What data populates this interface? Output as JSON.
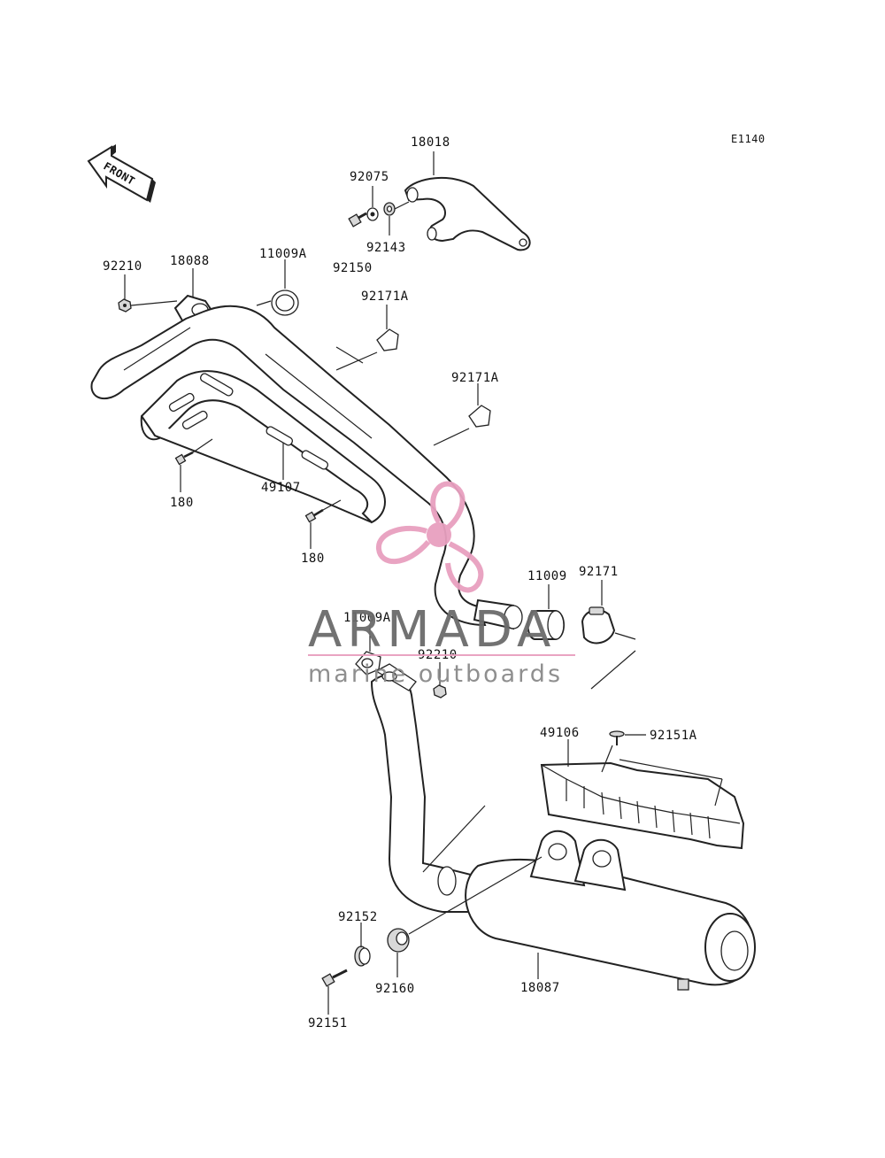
{
  "diagram_code": "E1140",
  "direction_label": "FRONT",
  "watermark": {
    "name": "ARMADA",
    "tagline": "marine outboards",
    "logo_color": "#e8a0bf"
  },
  "parts": [
    {
      "id": "p18018",
      "number": "18018"
    },
    {
      "id": "p92075",
      "number": "92075"
    },
    {
      "id": "p92143",
      "number": "92143"
    },
    {
      "id": "p92150",
      "number": "92150"
    },
    {
      "id": "p92210a",
      "number": "92210"
    },
    {
      "id": "p18088",
      "number": "18088"
    },
    {
      "id": "p11009A_top",
      "number": "11009A"
    },
    {
      "id": "p92171A_1",
      "number": "92171A"
    },
    {
      "id": "p92171A_2",
      "number": "92171A"
    },
    {
      "id": "p180_a",
      "number": "180"
    },
    {
      "id": "p49107",
      "number": "49107"
    },
    {
      "id": "p180_b",
      "number": "180"
    },
    {
      "id": "p11009",
      "number": "11009"
    },
    {
      "id": "p92171",
      "number": "92171"
    },
    {
      "id": "p11009A_mid",
      "number": "11009A"
    },
    {
      "id": "p92210b",
      "number": "92210"
    },
    {
      "id": "p49106",
      "number": "49106"
    },
    {
      "id": "p92151A",
      "number": "92151A"
    },
    {
      "id": "p92152",
      "number": "92152"
    },
    {
      "id": "p92160",
      "number": "92160"
    },
    {
      "id": "p18087",
      "number": "18087"
    },
    {
      "id": "p92151",
      "number": "92151"
    }
  ]
}
